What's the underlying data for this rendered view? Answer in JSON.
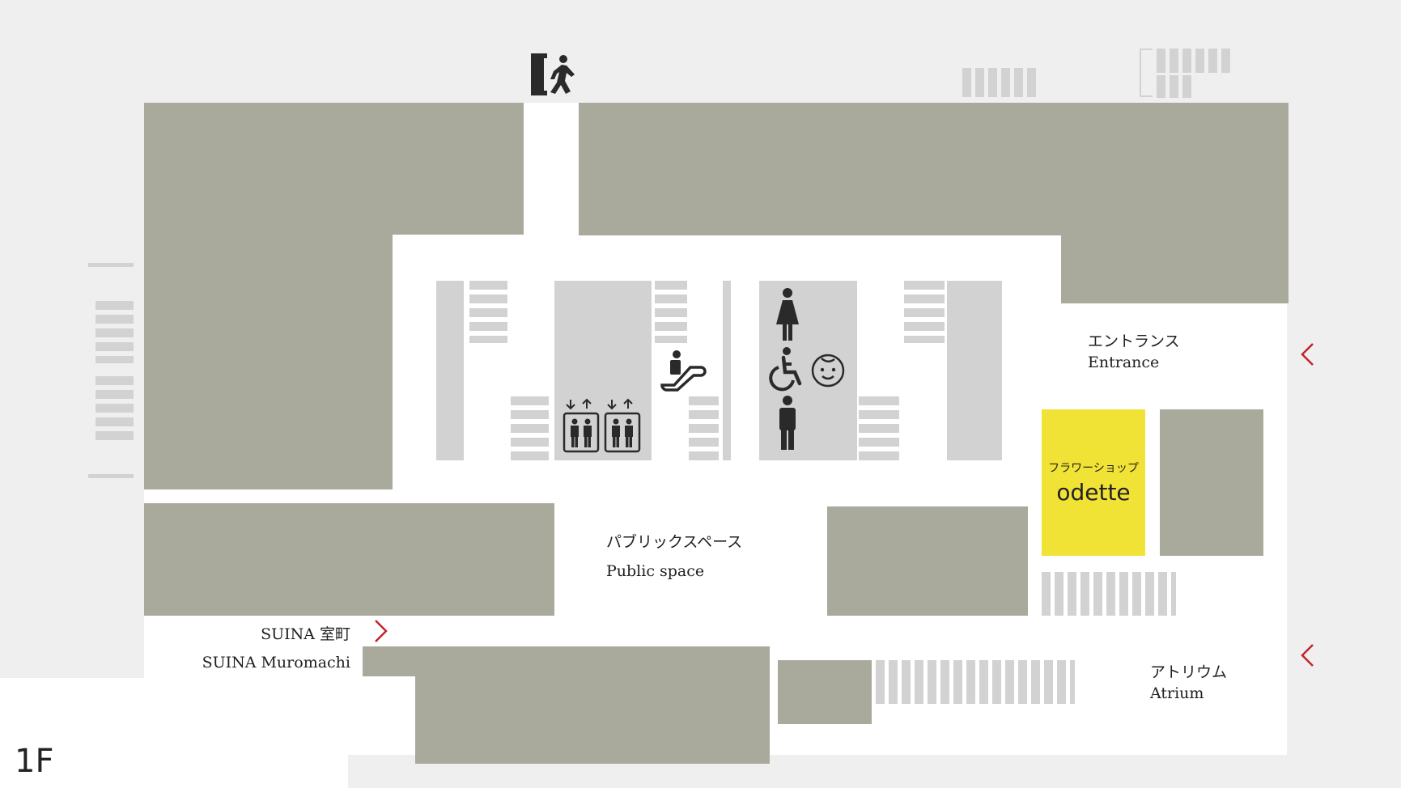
{
  "floor": {
    "label": "1F"
  },
  "areas": {
    "public_space": {
      "jp": "パブリックスペース",
      "en": "Public space"
    },
    "entrance": {
      "jp": "エントランス",
      "en": "Entrance"
    },
    "atrium": {
      "jp": "アトリウム",
      "en": "Atrium"
    },
    "suina": {
      "jp": "SUINA 室町",
      "en": "SUINA Muromachi"
    }
  },
  "shop": {
    "category": "フラワーショップ",
    "name": "odette",
    "color": "#f1e236"
  },
  "icons": [
    "exit-icon",
    "escalator-icon",
    "elevator-icon",
    "womens-restroom-icon",
    "wheelchair-icon",
    "baby-care-icon",
    "mens-restroom-icon",
    "arrow-left-icon",
    "arrow-right-icon"
  ],
  "colors": {
    "tenant": "#a9a99c",
    "facility": "#d2d2d2",
    "outside": "#efefef",
    "arrow": "#c0262d"
  }
}
